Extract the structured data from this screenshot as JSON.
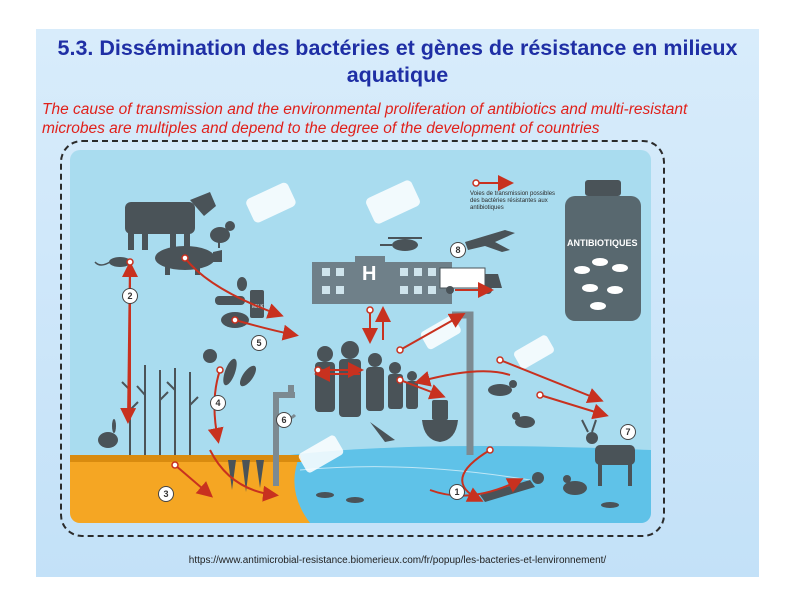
{
  "slide": {
    "title": "5.3. Dissémination des bactéries et gènes de résistance en milieux aquatique",
    "subtitle": "The cause of transmission and the environmental proliferation of antibiotics and multi-resistant microbes are multiples and depend to the degree of the development of countries",
    "source_url": "https://www.antimicrobial-resistance.biomerieux.com/fr/popup/les-bacteries-et-lenvironnement/"
  },
  "illustration": {
    "legend_text": "Voies de transmission possibles des bactéries résistantes aux antibiotiques",
    "hospital_label": "H",
    "bottle_label": "ANTIBIOTIQUES",
    "milk_label": "MILK",
    "route_numbers": [
      "1",
      "2",
      "3",
      "4",
      "5",
      "6",
      "7",
      "8"
    ]
  },
  "colors": {
    "title": "#1f2fa5",
    "subtitle": "#e0211b",
    "water": "#8fd3ec",
    "soil": "#f5a623",
    "silhouette": "#4a5358",
    "arrow": "#c8311f"
  }
}
